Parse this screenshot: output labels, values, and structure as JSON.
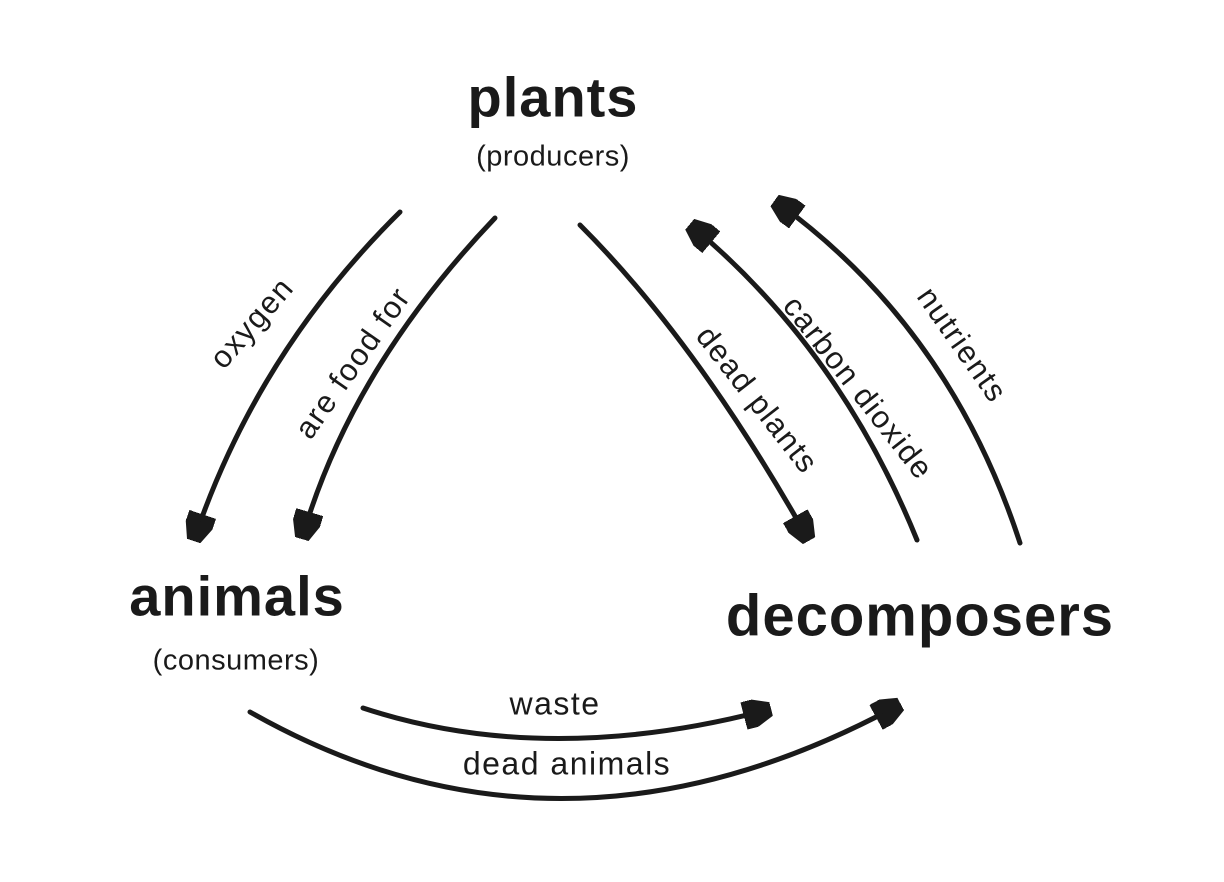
{
  "diagram": {
    "type": "ecosystem-cycle",
    "colors": {
      "ink": "#1a1a1a",
      "background": "#ffffff"
    },
    "nodes": {
      "plants": {
        "label": "plants",
        "sublabel": "(producers)"
      },
      "animals": {
        "label": "animals",
        "sublabel": "(consumers)"
      },
      "decomposers": {
        "label": "decomposers"
      }
    },
    "edges": [
      {
        "id": "oxygen",
        "label": "oxygen",
        "from": "plants",
        "to": "animals"
      },
      {
        "id": "are-food-for",
        "label": "are food for",
        "from": "plants",
        "to": "animals"
      },
      {
        "id": "dead-plants",
        "label": "dead plants",
        "from": "plants",
        "to": "decomposers"
      },
      {
        "id": "carbon-dioxide",
        "label": "carbon dioxide",
        "from": "decomposers",
        "to": "plants"
      },
      {
        "id": "nutrients",
        "label": "nutrients",
        "from": "decomposers",
        "to": "plants"
      },
      {
        "id": "waste",
        "label": "waste",
        "from": "animals",
        "to": "decomposers"
      },
      {
        "id": "dead-animals",
        "label": "dead animals",
        "from": "animals",
        "to": "decomposers"
      }
    ]
  }
}
